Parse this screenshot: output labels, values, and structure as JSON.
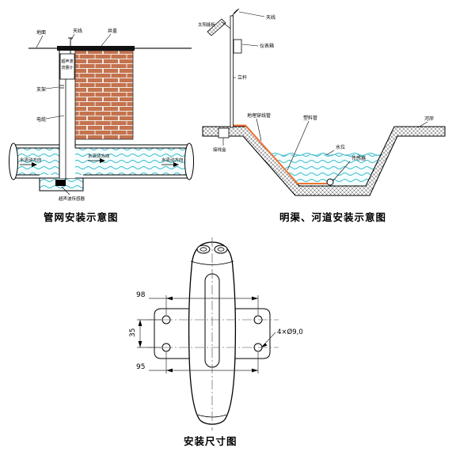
{
  "page": {
    "background": "#ffffff"
  },
  "pipe_diagram": {
    "caption": "管网安装示意图",
    "labels": {
      "ground": "地面",
      "antenna": "天线",
      "manhole_cover": "井盖",
      "bracket": "支架",
      "cable": "电缆",
      "meter_line1": "超声波",
      "meter_line2": "流量计",
      "flow_left": "水流动方向",
      "flow_middle": "水流动方向",
      "flow_right": "水流动方向",
      "probe": "超声波传感器"
    },
    "colors": {
      "brick": "#c4734f",
      "mortar": "#f3e9e2",
      "water_bg": "#f4fdfd",
      "wave": "#38b9c9",
      "meter_text": "#ee1111",
      "cover": "#111111"
    }
  },
  "channel_diagram": {
    "caption": "明渠、河道安装示意图",
    "labels": {
      "solar_panel": "太阳能板",
      "antenna": "天线",
      "meter_box": "仪表箱",
      "pole": "立杆",
      "junction_box": "接线盒",
      "buried_conduit": "地埋穿线管",
      "plastic_pipe": "塑料管",
      "river_bank": "河岸",
      "water_level": "水位",
      "sensor": "传感器"
    },
    "colors": {
      "conduit": "#f07030"
    }
  },
  "dimension_diagram": {
    "caption": "安装尺寸图",
    "dimensions": {
      "top_hole_span": "98",
      "vertical_hole_pitch": "35",
      "bottom_hole_span": "95",
      "hole_callout": "4×Ø9,0"
    }
  }
}
